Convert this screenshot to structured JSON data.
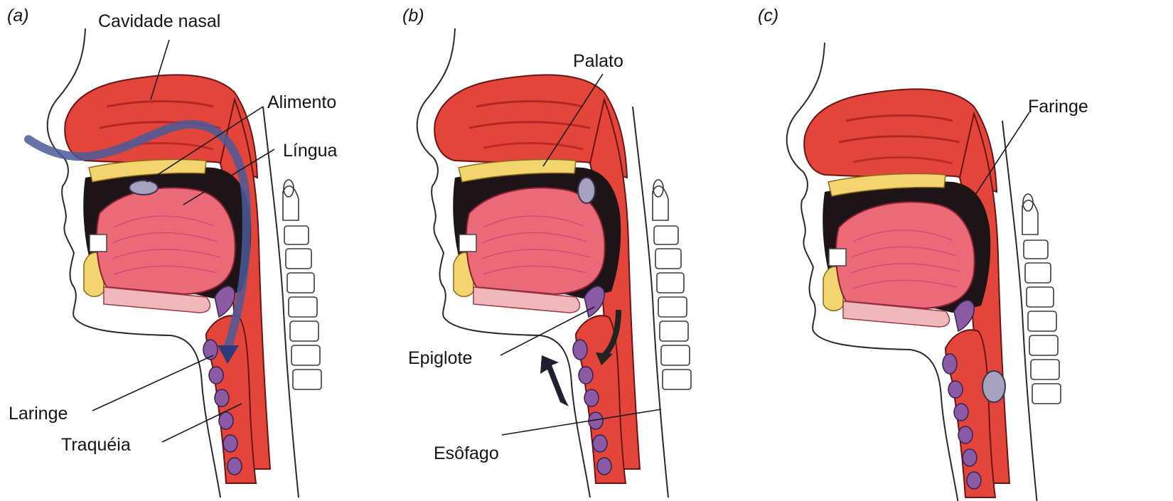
{
  "panels": [
    {
      "id": "a",
      "label": "(a)"
    },
    {
      "id": "b",
      "label": "(b)"
    },
    {
      "id": "c",
      "label": "(c)"
    }
  ],
  "labels": {
    "cavidade_nasal": "Cavidade nasal",
    "alimento": "Alimento",
    "lingua": "Língua",
    "laringe": "Laringe",
    "traqueia": "Traquéia",
    "palato": "Palato",
    "epiglote": "Epiglote",
    "esofago": "Esôfago",
    "faringe": "Faringe"
  },
  "colors": {
    "tissue_red": "#e4453b",
    "tongue_pink": "#ea6a78",
    "bone_yellow": "#f2d56e",
    "food_bolus": "#a7a2c0",
    "cartilage_purple": "#8a5aa4",
    "airway_path": "#4a5a9a"
  }
}
